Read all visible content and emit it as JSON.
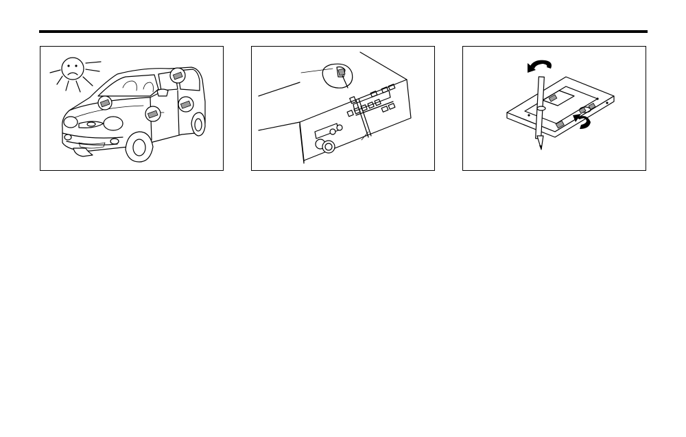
{
  "page": {
    "illustrations": [
      {
        "icon": "car-in-sun-illustration"
      },
      {
        "icon": "cassette-player-cleaning-illustration"
      },
      {
        "icon": "cassette-tape-rewind-pencil-illustration"
      }
    ]
  }
}
